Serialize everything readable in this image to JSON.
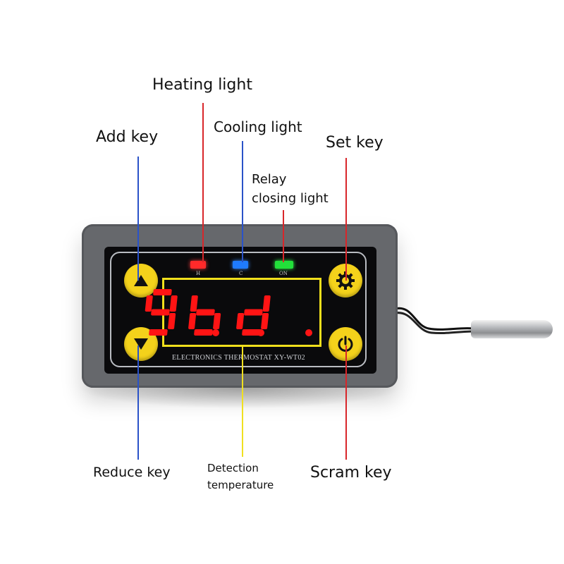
{
  "annotations": {
    "heating_light": "Heating light",
    "cooling_light": "Cooling light",
    "relay_closing_light_line1": "Relay",
    "relay_closing_light_line2": "closing light",
    "add_key": "Add key",
    "set_key": "Set key",
    "reduce_key": "Reduce key",
    "scram_key": "Scram key",
    "detection_temperature_line1": "Detection",
    "detection_temperature_line2": "temperature"
  },
  "device": {
    "indicators": [
      {
        "label": "H",
        "color": "#ff2a2a"
      },
      {
        "label": "C",
        "color": "#1f7bff"
      },
      {
        "label": "ON",
        "color": "#22e03a"
      }
    ],
    "display_segments": [
      "b",
      "c",
      "d",
      "e",
      "f",
      "g"
    ],
    "model_text": "ELECTRONICS THERMOSTAT XY-WT02",
    "segment_color": "#ff1414"
  },
  "colors": {
    "leader_red": "#d8262a",
    "leader_blue": "#2a52c8",
    "leader_yellow": "#f0e020",
    "key_yellow": "#f4d21b",
    "body_gray": "#66686c"
  },
  "icons": {
    "add_key": "triangle-up-icon",
    "reduce_key": "triangle-down-icon",
    "set_key": "gear-icon",
    "scram_key": "power-icon"
  }
}
